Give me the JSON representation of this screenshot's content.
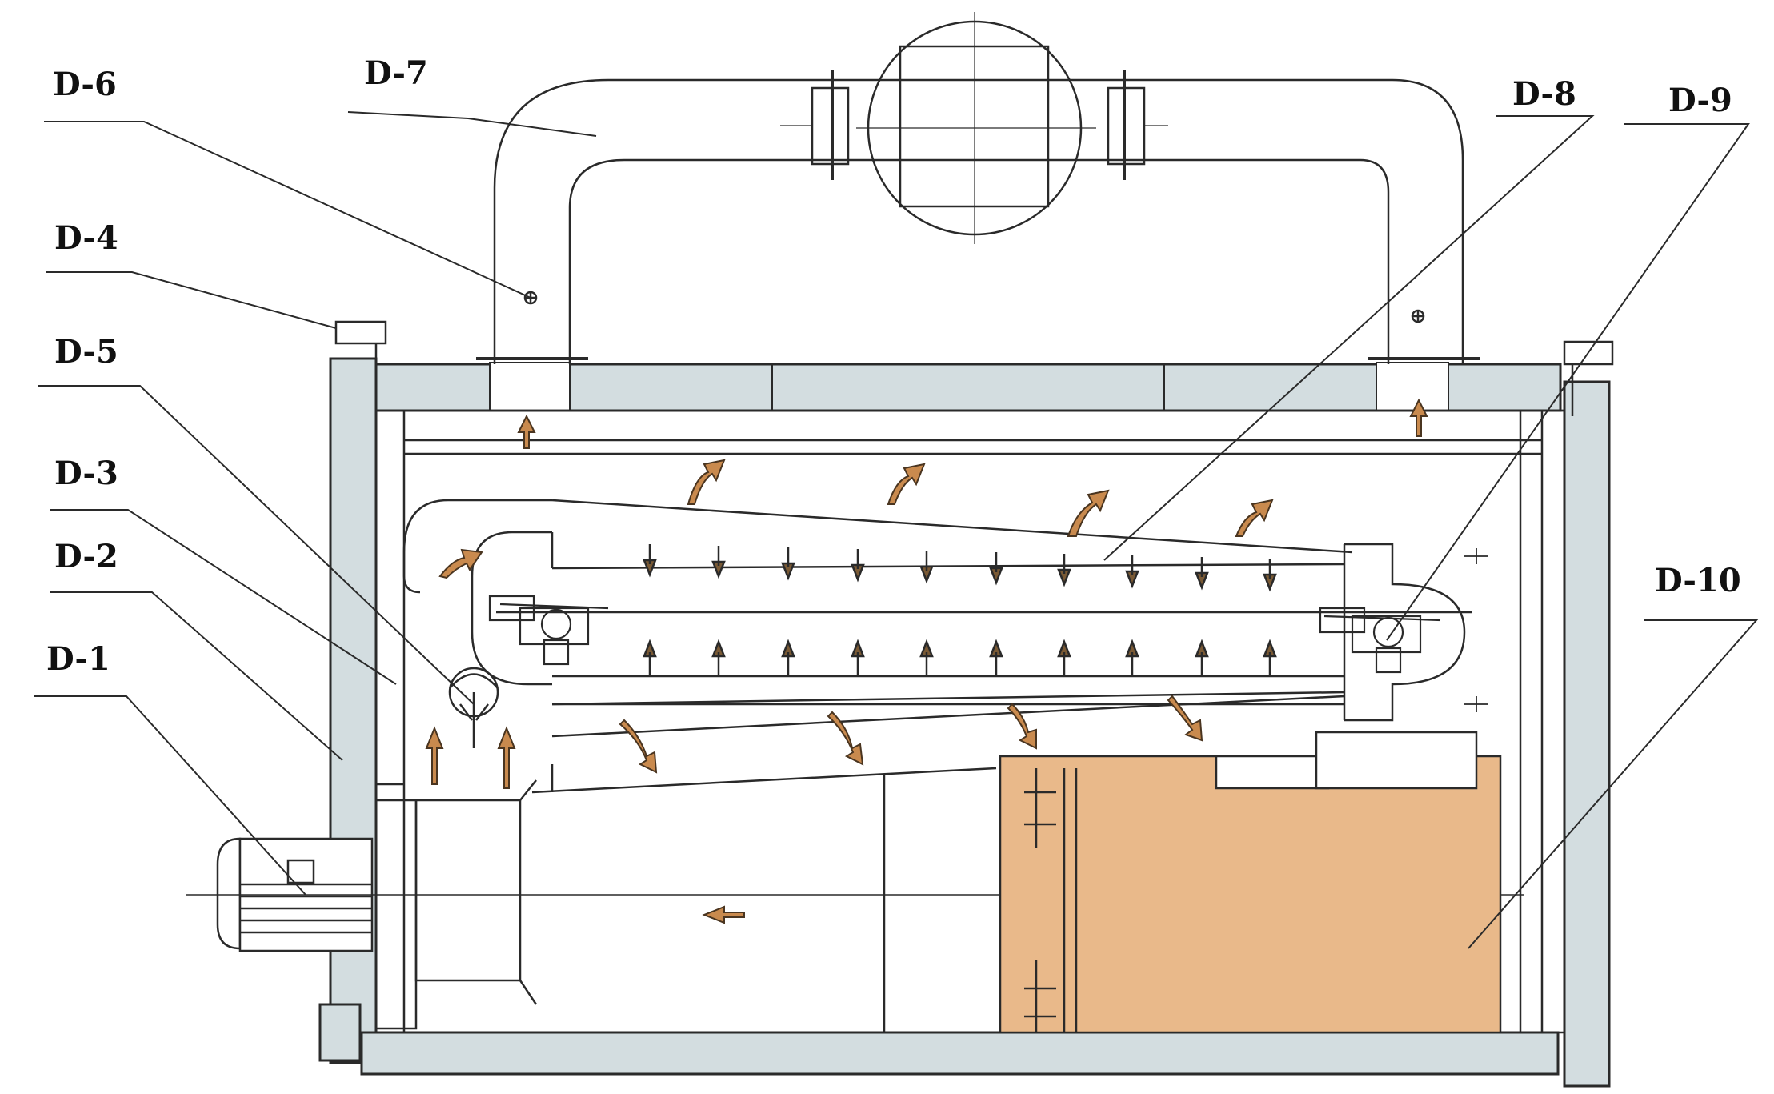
{
  "labels": {
    "d1": "D-1",
    "d2": "D-2",
    "d3": "D-3",
    "d4": "D-4",
    "d5": "D-5",
    "d6": "D-6",
    "d7": "D-7",
    "d8": "D-8",
    "d9": "D-9",
    "d10": "D-10"
  },
  "colors": {
    "line": "#2a2a2a",
    "panel": "#d3dde0",
    "heater": "#e9b98a",
    "arrow": "#c98a4e",
    "arrow_stroke": "#4a3520",
    "background": "#ffffff"
  }
}
